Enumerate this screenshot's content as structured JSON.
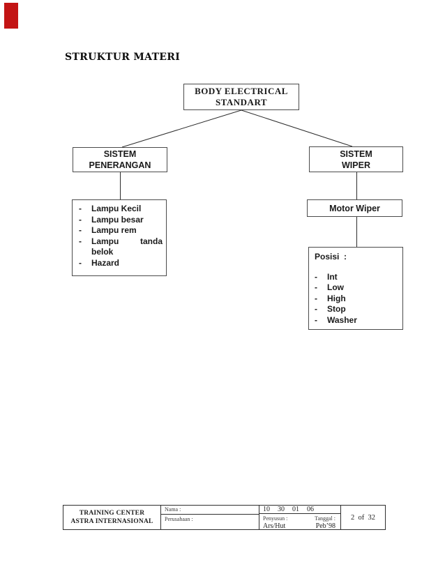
{
  "page": {
    "title": "STRUKTUR MATERI"
  },
  "marker": {
    "color": "#c31414"
  },
  "diagram": {
    "bullet": "-",
    "root_line1": "BODY ELECTRICAL",
    "root_line2": "STANDART",
    "left_header_line1": "SISTEM",
    "left_header_line2": "PENERANGAN",
    "left_items": [
      "Lampu Kecil",
      "Lampu besar",
      "Lampu rem",
      "Lampu tanda belok",
      "Hazard"
    ],
    "right_header_line1": "SISTEM",
    "right_header_line2": "WIPER",
    "motor_label": "Motor Wiper",
    "posisi_title": "Posisi  :",
    "posisi_items": [
      "Int",
      "Low",
      "High",
      "Stop",
      "Washer"
    ]
  },
  "footer": {
    "org_line1": "TRAINING CENTER",
    "org_line2": "ASTRA INTERNASIONAL",
    "nama_label": "Nama :",
    "perusahaan_label": "Perusahaan :",
    "doc_code": "10  30  01  06",
    "penyusun_label": "Penyusun :",
    "tanggal_label": "Tanggal :",
    "penyusun_value": "Ars/Hut",
    "tanggal_value": "Peb’98",
    "page_info": "2  of  32"
  }
}
